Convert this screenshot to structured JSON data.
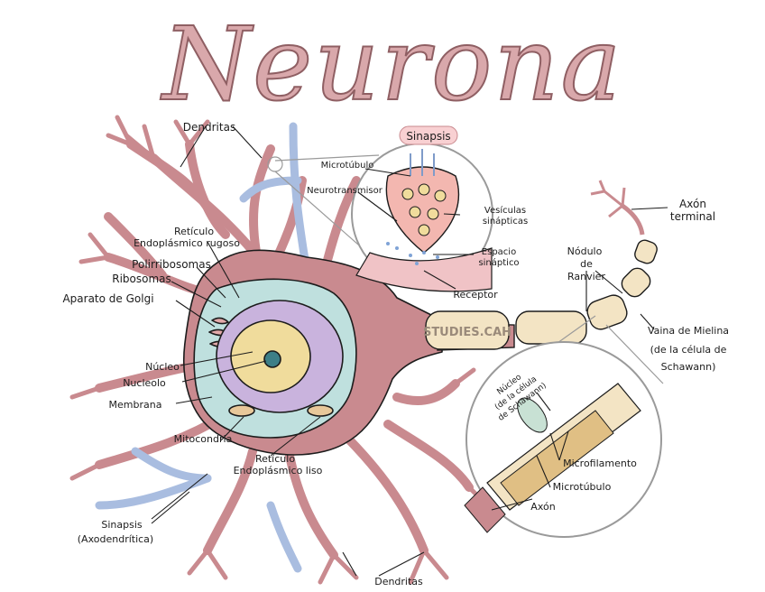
{
  "title": "Neurona",
  "watermark": "STUDIES.CAH",
  "labels": {
    "dendritas_top": "Dendritas",
    "sinapsis_badge": "Sinapsis",
    "microtubulo_syn": "Microtúbulo",
    "neurotransmisor": "Neurotransmisor",
    "vesiculas_1": "Vesículas",
    "vesiculas_2": "sinápticas",
    "espacio_1": "Espacio",
    "espacio_2": "sináptico",
    "receptor": "Receptor",
    "reticulo_rugoso_1": "Retículo",
    "reticulo_rugoso_2": "Endoplásmico rugoso",
    "polirribosomas": "Polirribosomas",
    "ribosomas": "Ribosomas",
    "golgi": "Aparato de Golgi",
    "nucleo": "Núcleo",
    "nucleolo": "Nucleolo",
    "membrana": "Membrana",
    "mitocondria": "Mitocondria",
    "reticulo_liso_1": "Retículo",
    "reticulo_liso_2": "Endoplásmico liso",
    "sinapsis_axo_1": "Sinapsis",
    "sinapsis_axo_2": "(Axodendrítica)",
    "dendritas_bottom": "Dendritas",
    "axon_terminal_1": "Axón",
    "axon_terminal_2": "terminal",
    "nodulo_1": "Nódulo",
    "nodulo_2": "de",
    "nodulo_3": "Ranvier",
    "vaina_1": "Vaina de Mielina",
    "vaina_2": "(de la célula de",
    "vaina_3": "Schawann)",
    "nucleo_schwann_1": "Núcleo",
    "nucleo_schwann_2": "(de la célula",
    "nucleo_schwann_3": "de Schawann)",
    "microfilamento": "Microfilamento",
    "microtubulo_axon": "Microtúbulo",
    "axon": "Axón"
  },
  "colors": {
    "title_fill": "#d9a8ab",
    "neuron_body": "#c98a8f",
    "cytoplasm": "#bfe0de",
    "nucleus_ring": "#c9b3dd",
    "nucleus": "#f0dc9c",
    "myelin": "#f3e4c4",
    "dendrite_blue": "#a9bde0",
    "outline": "#1c1c1c"
  }
}
